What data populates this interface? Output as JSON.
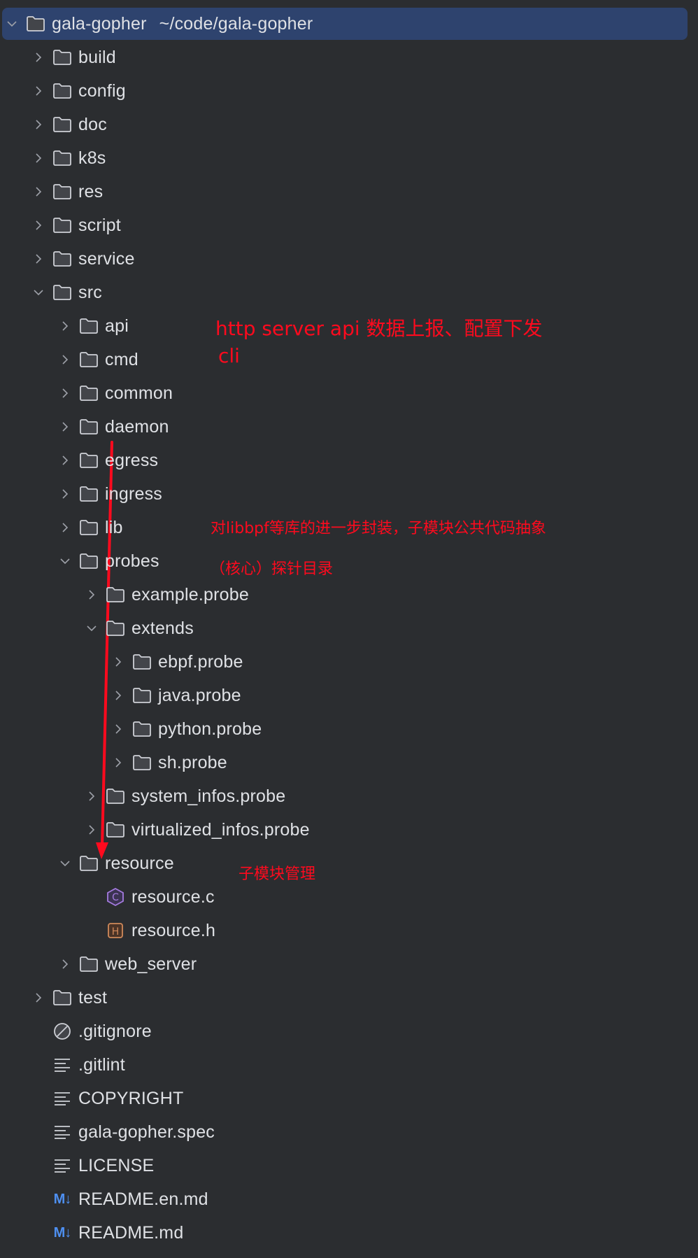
{
  "project_tree": {
    "root": {
      "name": "gala-gopher",
      "path": "~/code/gala-gopher"
    },
    "rows": [
      {
        "name": "gala-gopher",
        "depth": 0,
        "type": "folder",
        "expanded": true
      },
      {
        "name": "build",
        "depth": 1,
        "type": "folder",
        "expanded": false
      },
      {
        "name": "config",
        "depth": 1,
        "type": "folder",
        "expanded": false
      },
      {
        "name": "doc",
        "depth": 1,
        "type": "folder",
        "expanded": false
      },
      {
        "name": "k8s",
        "depth": 1,
        "type": "folder",
        "expanded": false
      },
      {
        "name": "res",
        "depth": 1,
        "type": "folder",
        "expanded": false
      },
      {
        "name": "script",
        "depth": 1,
        "type": "folder",
        "expanded": false
      },
      {
        "name": "service",
        "depth": 1,
        "type": "folder",
        "expanded": false
      },
      {
        "name": "src",
        "depth": 1,
        "type": "folder",
        "expanded": true
      },
      {
        "name": "api",
        "depth": 2,
        "type": "folder",
        "expanded": false
      },
      {
        "name": "cmd",
        "depth": 2,
        "type": "folder",
        "expanded": false
      },
      {
        "name": "common",
        "depth": 2,
        "type": "folder",
        "expanded": false
      },
      {
        "name": "daemon",
        "depth": 2,
        "type": "folder",
        "expanded": false
      },
      {
        "name": "egress",
        "depth": 2,
        "type": "folder",
        "expanded": false
      },
      {
        "name": "ingress",
        "depth": 2,
        "type": "folder",
        "expanded": false
      },
      {
        "name": "lib",
        "depth": 2,
        "type": "folder",
        "expanded": false
      },
      {
        "name": "probes",
        "depth": 2,
        "type": "folder",
        "expanded": true
      },
      {
        "name": "example.probe",
        "depth": 3,
        "type": "folder",
        "expanded": false
      },
      {
        "name": "extends",
        "depth": 3,
        "type": "folder",
        "expanded": true
      },
      {
        "name": "ebpf.probe",
        "depth": 4,
        "type": "folder",
        "expanded": false
      },
      {
        "name": "java.probe",
        "depth": 4,
        "type": "folder",
        "expanded": false
      },
      {
        "name": "python.probe",
        "depth": 4,
        "type": "folder",
        "expanded": false
      },
      {
        "name": "sh.probe",
        "depth": 4,
        "type": "folder",
        "expanded": false
      },
      {
        "name": "system_infos.probe",
        "depth": 3,
        "type": "folder",
        "expanded": false
      },
      {
        "name": "virtualized_infos.probe",
        "depth": 3,
        "type": "folder",
        "expanded": false
      },
      {
        "name": "resource",
        "depth": 2,
        "type": "folder",
        "expanded": true
      },
      {
        "name": "resource.c",
        "depth": 3,
        "type": "c-file"
      },
      {
        "name": "resource.h",
        "depth": 3,
        "type": "h-file"
      },
      {
        "name": "web_server",
        "depth": 2,
        "type": "folder",
        "expanded": false
      },
      {
        "name": "test",
        "depth": 1,
        "type": "folder",
        "expanded": false
      },
      {
        "name": ".gitignore",
        "depth": 1,
        "type": "ignore-file"
      },
      {
        "name": ".gitlint",
        "depth": 1,
        "type": "text-file"
      },
      {
        "name": "COPYRIGHT",
        "depth": 1,
        "type": "text-file"
      },
      {
        "name": "gala-gopher.spec",
        "depth": 1,
        "type": "text-file"
      },
      {
        "name": "LICENSE",
        "depth": 1,
        "type": "text-file"
      },
      {
        "name": "README.en.md",
        "depth": 1,
        "type": "markdown-file"
      },
      {
        "name": "README.md",
        "depth": 1,
        "type": "markdown-file"
      }
    ]
  },
  "annotations": {
    "api_note": "http server api 数据上报、配置下发",
    "cmd_note": "cli",
    "lib_note": "对libbpf等库的进一步封装，子模块公共代码抽象",
    "probes_note": "（核心）探针目录",
    "resource_note": "子模块管理"
  },
  "icons": {
    "markdown_badge": "M↓",
    "c_file_letter": "C",
    "h_file_letter": "H"
  },
  "colors": {
    "background": "#2b2d30",
    "selection": "#2e436e",
    "text": "#dfe1e5",
    "annotation": "#ff0a1e",
    "c_file": "#a57be0",
    "h_file": "#d0895a",
    "markdown": "#4e8ff0"
  }
}
